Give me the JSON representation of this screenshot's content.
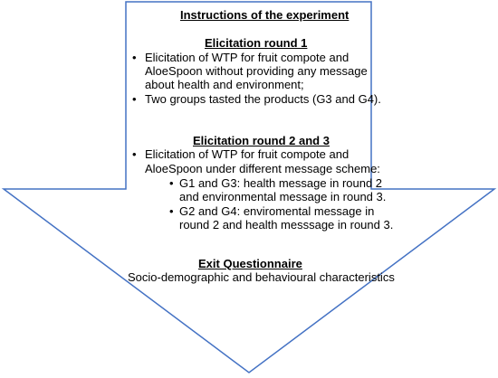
{
  "title": "Instructions of the experiment",
  "round1": {
    "heading": "Elicitation round 1",
    "bullet1": [
      "Elicitation of WTP for fruit compote and",
      "AloeSpoon without providing any message",
      "about health and environment;"
    ],
    "bullet2": [
      "Two groups tasted the products (G3 and G4)."
    ]
  },
  "round23": {
    "heading": "Elicitation round 2 and 3",
    "bullet1": [
      "Elicitation of WTP for fruit compote and",
      "AloeSpoon under different message scheme:"
    ],
    "sub1": [
      "G1 and G3: health message in round 2",
      "and environmental message in round 3."
    ],
    "sub2": [
      "G2 and G4: enviromental message in",
      "round 2 and health messsage in round 3."
    ]
  },
  "exit": {
    "heading": "Exit Questionnaire",
    "text": "Socio-demographic and behavioural characteristics"
  },
  "colors": {
    "outline": "#4472C4",
    "fill": "#ffffff",
    "text": "#000000"
  }
}
